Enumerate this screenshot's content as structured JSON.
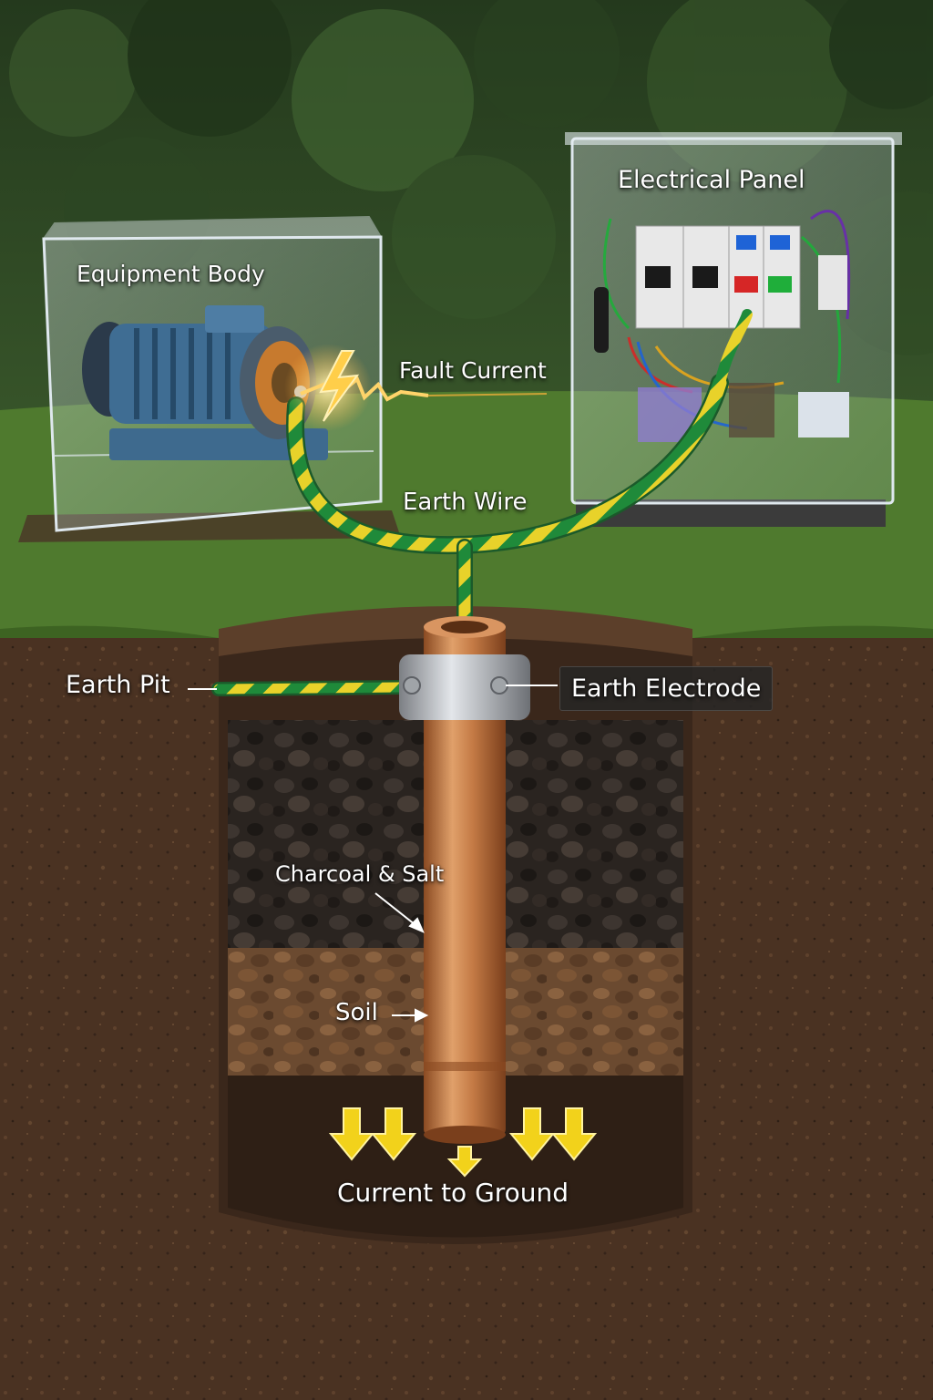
{
  "labels": {
    "equipment_body": "Equipment Body",
    "electrical_panel": "Electrical Panel",
    "fault_current": "Fault Current",
    "earth_wire": "Earth Wire",
    "earth_pit": "Earth Pit",
    "earth_electrode": "Earth Electrode",
    "charcoal_salt": "Charcoal & Salt",
    "soil": "Soil",
    "current_to_ground": "Current to Ground"
  },
  "colors": {
    "foliage": "#2f4a24",
    "grass": "#4f7a2e",
    "soil": "#4a3222",
    "soil_dark": "#2e1f15",
    "charcoal": "#2a2420",
    "copper": "#c47a45",
    "wire_green": "#1f8a3a",
    "wire_yellow": "#e8d22a",
    "current_arrow": "#f2d21b",
    "spark": "#ffb43a"
  }
}
